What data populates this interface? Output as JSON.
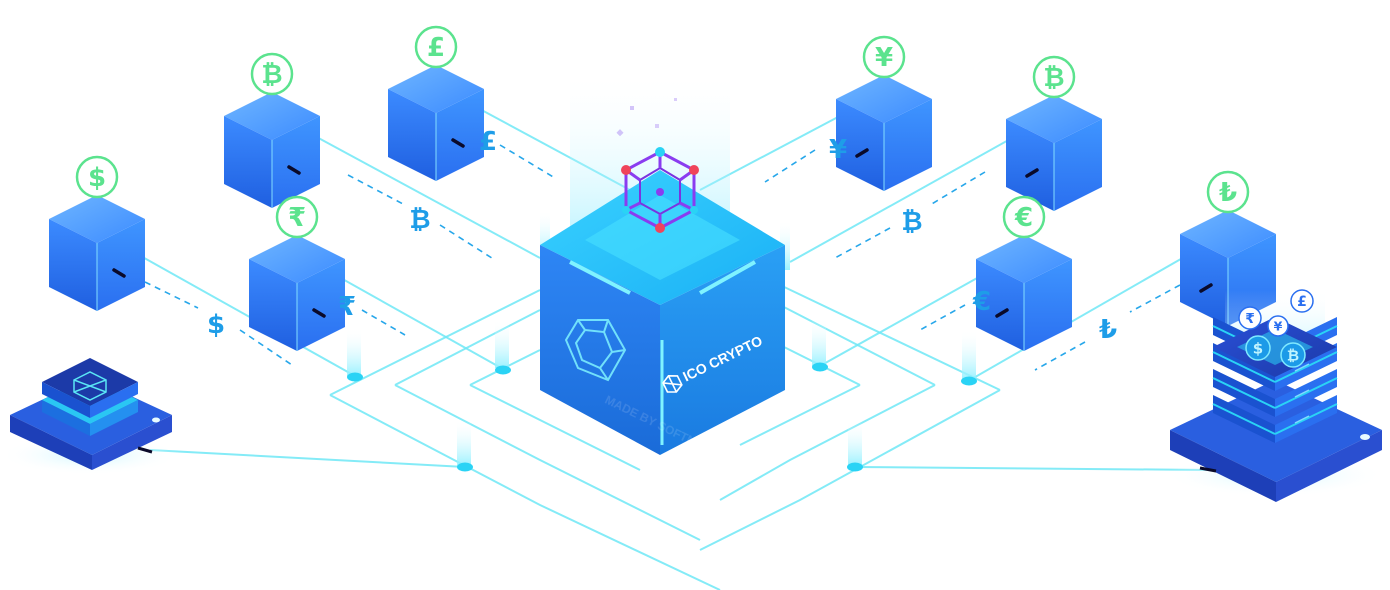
{
  "brand": {
    "name": "ICO CRYPTO",
    "watermark": "MADE BY SOFTNIO"
  },
  "colors": {
    "cube_front": "#2a6ff0",
    "cube_side": "#3a86ff",
    "cube_top": "#5aa8ff",
    "circuit": "#5ae6f5",
    "currency_badge": "#5be38e",
    "flow_symbol": "#1e9de8",
    "central_icon": "#8a3cf0",
    "node_red": "#f0445a",
    "node_cyan": "#2ad3f5"
  },
  "nodes": [
    {
      "name": "dollar",
      "badge": "$",
      "flow_symbol": "$"
    },
    {
      "name": "bitcoin-left",
      "badge": "₿",
      "flow_symbol": "₿"
    },
    {
      "name": "rupee",
      "badge": "₹",
      "flow_symbol": "₹"
    },
    {
      "name": "pound",
      "badge": "£",
      "flow_symbol": "£"
    },
    {
      "name": "yen",
      "badge": "¥",
      "flow_symbol": "¥"
    },
    {
      "name": "bitcoin-right",
      "badge": "₿",
      "flow_symbol": "₿"
    },
    {
      "name": "euro",
      "badge": "€",
      "flow_symbol": "€"
    },
    {
      "name": "lira",
      "badge": "₺",
      "flow_symbol": "₺"
    }
  ],
  "server_coins": [
    "₹",
    "£",
    "¥",
    "$",
    "₿"
  ]
}
